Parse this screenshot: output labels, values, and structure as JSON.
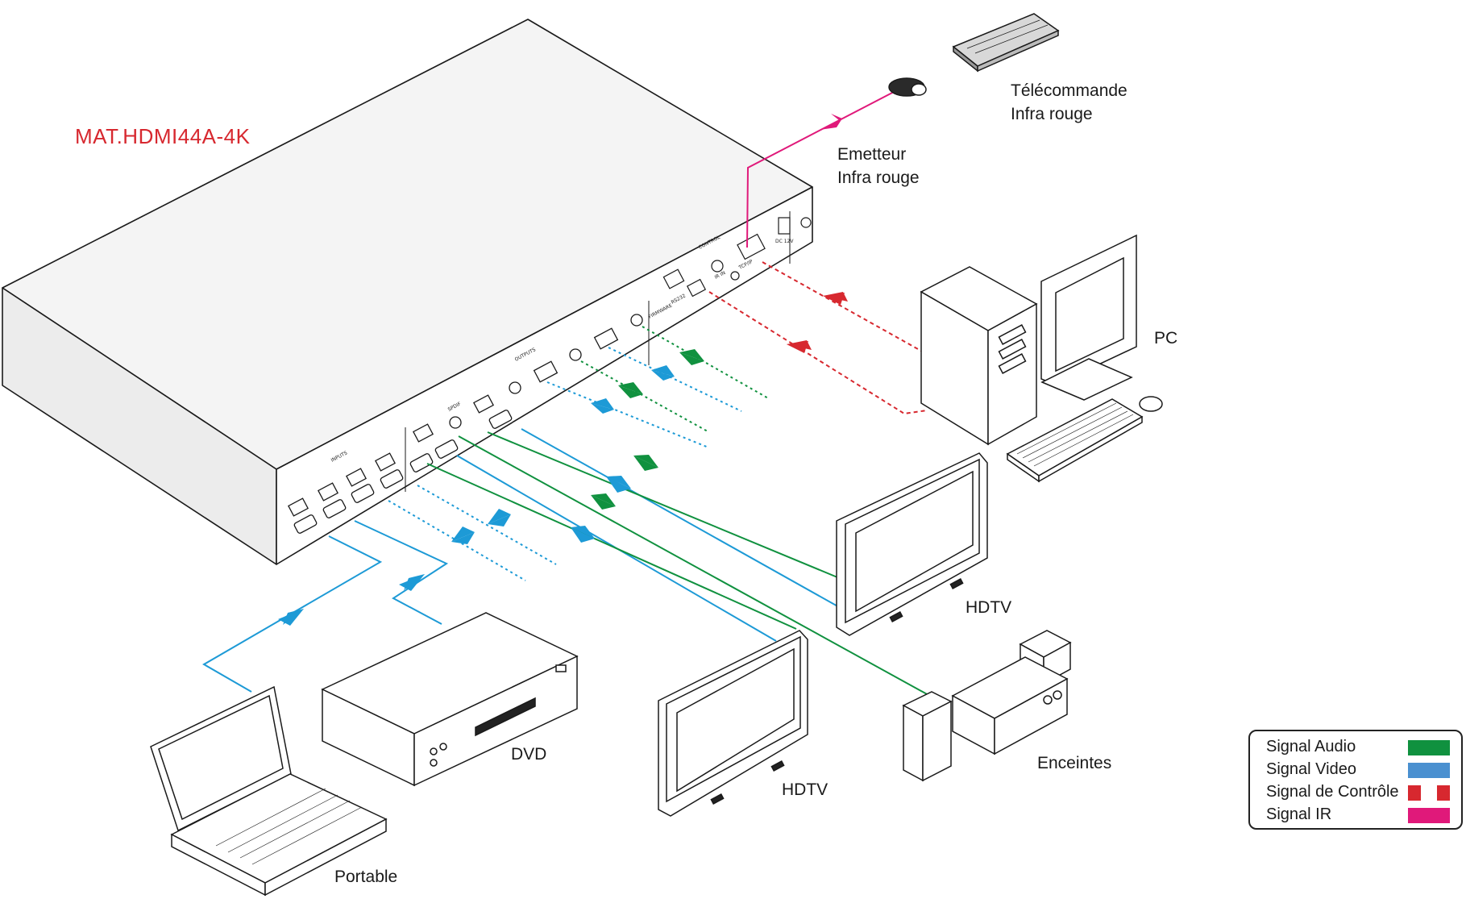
{
  "device": {
    "model": "MAT.HDMI44A-4K"
  },
  "port_labels": {
    "inputs": "INPUTS",
    "outputs": "OUTPUTS",
    "spdif": "SPDIF",
    "control": "CONTROL",
    "ir_in": "IR IN",
    "tcp_ip": "TCP/IP",
    "rs232": "RS232",
    "firmware": "FIRMWARE",
    "dc": "DC 12V"
  },
  "devices": {
    "remote": [
      "Télécommande",
      "Infra rouge"
    ],
    "emitter": [
      "Emetteur",
      "Infra rouge"
    ],
    "pc": "PC",
    "hdtv_right": "HDTV",
    "hdtv_center": "HDTV",
    "dvd": "DVD",
    "speakers": "Enceintes",
    "laptop": "Portable"
  },
  "legend": {
    "items": [
      {
        "label": "Signal Audio",
        "color": "#10913f",
        "style": "solid"
      },
      {
        "label": "Signal Video",
        "color": "#4a90d0",
        "style": "solid"
      },
      {
        "label": "Signal de Contrôle",
        "color": "#d7282f",
        "style": "dashed"
      },
      {
        "label": "Signal IR",
        "color": "#e0197a",
        "style": "solid"
      }
    ]
  },
  "colors": {
    "audio": "#10913f",
    "video": "#1d9ad6",
    "control": "#d7282f",
    "ir": "#e0197a",
    "title": "#d7282f"
  }
}
